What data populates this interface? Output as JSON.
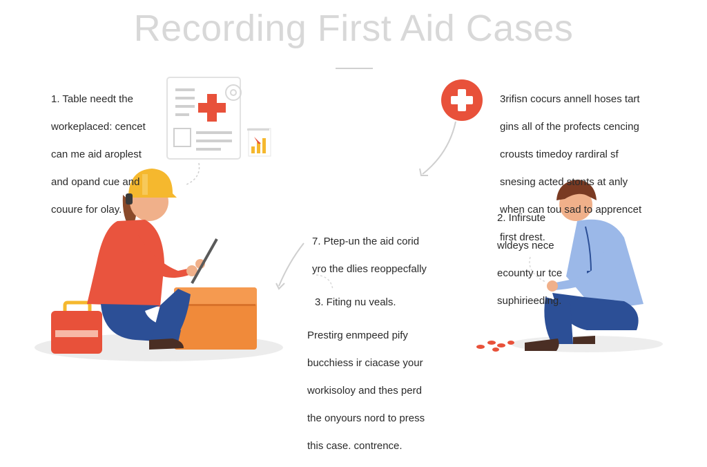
{
  "title": "Recording First Aid Cases",
  "steps": {
    "step1": {
      "lines": [
        "1. Table needt the",
        "workeplaced: cencet",
        "can me aid aroplest",
        "and opand cue and",
        "couure for olay."
      ]
    },
    "step3a": {
      "lines": [
        "3rifisn cocurs annell hoses tart",
        "gins all of the profects cencing",
        "crousts timedoy rardiral sf",
        "snesing acted stonts at anly",
        "when can tou sad to apprencet",
        "first drest."
      ]
    },
    "step2": {
      "lines": [
        "2. Infirsute",
        "wldeys nece",
        "ecounty ur tce",
        "suphirieeding."
      ]
    },
    "step7": {
      "lines": [
        "7. Ptep-un the aid corid",
        "yro the dlies reoppecfally"
      ]
    },
    "step3b": {
      "heading": "3. Fiting nu veals.",
      "lines": [
        "Prestirg enmpeed pify",
        "bucchiess ir ciacase your",
        "workisoloy and thes perd",
        "the onyours nord to press",
        "this case. contrence."
      ]
    }
  },
  "icons": {
    "document": "first-aid-document-icon",
    "badge": "first-aid-cross-badge-icon",
    "chart": "bar-chart-icon",
    "gear": "gear-icon"
  },
  "colors": {
    "accent_red": "#e8513a",
    "worker_shirt": "#e9543e",
    "helmet": "#f5b82e",
    "box": "#f08a3a",
    "man_shirt": "#9bb8e8",
    "pants": "#2c4f96"
  }
}
